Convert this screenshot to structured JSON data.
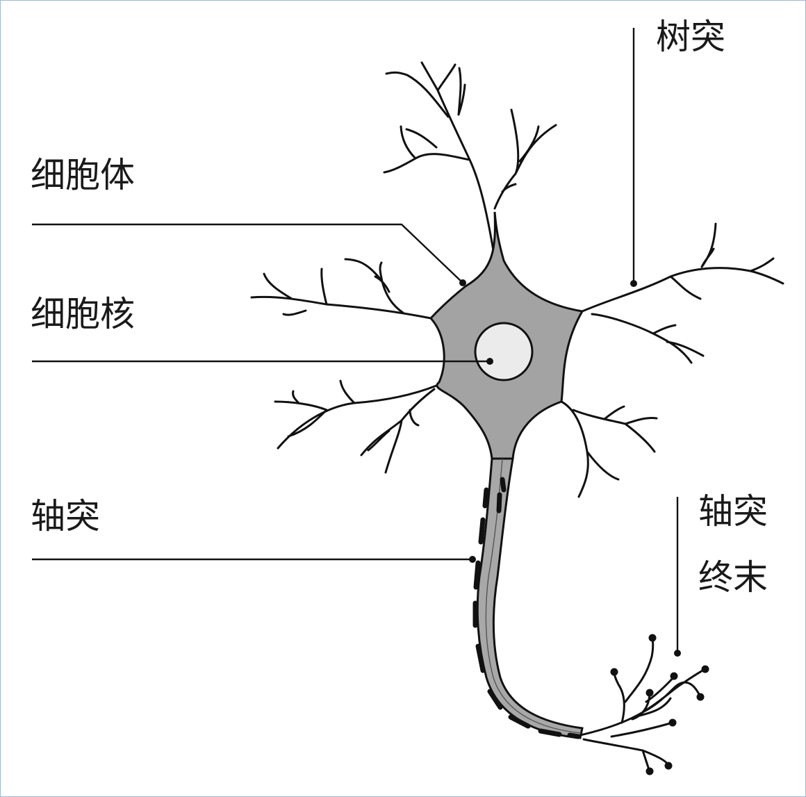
{
  "labels": {
    "dendrite": "树突",
    "cell_body": "细胞体",
    "nucleus": "细胞核",
    "axon": "轴突",
    "axon_terminal_line1": "轴突",
    "axon_terminal_line2": "终末"
  },
  "colors": {
    "soma_fill": "#a3a3a3",
    "nucleus_fill": "#ebebeb",
    "axon_fill": "#a8a8a8",
    "outline": "#111111",
    "frame_border": "#9fb8d8"
  }
}
